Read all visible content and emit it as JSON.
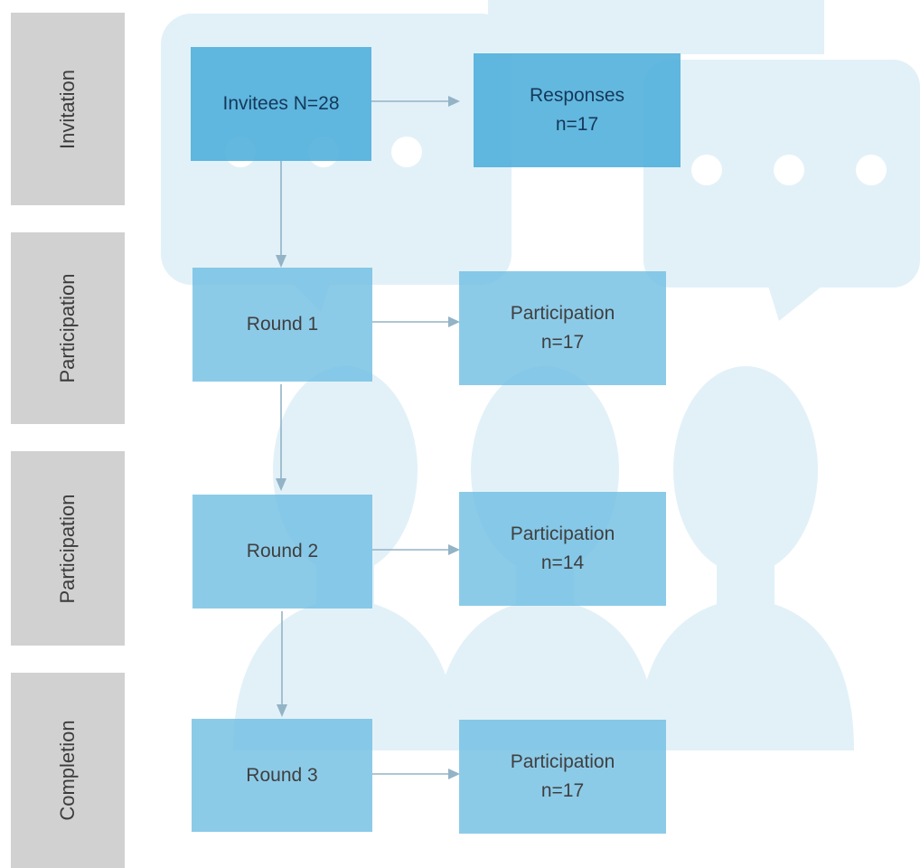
{
  "colors": {
    "stage_label_bg": "#d2d1d1",
    "box_dark": "#48acd9",
    "box_light": "#6cbce2",
    "arrow": "#93b3c6",
    "background_art": "#e2f1f8"
  },
  "stages": [
    {
      "label": "Invitation"
    },
    {
      "label": "Participation"
    },
    {
      "label": "Participation"
    },
    {
      "label": "Completion"
    }
  ],
  "left_boxes": [
    {
      "label": "Invitees N=28"
    },
    {
      "label": "Round 1"
    },
    {
      "label": "Round 2"
    },
    {
      "label": "Round 3"
    }
  ],
  "right_boxes": [
    {
      "line1": "Responses",
      "line2": "n=17"
    },
    {
      "line1": "Participation",
      "line2": "n=17"
    },
    {
      "line1": "Participation",
      "line2": "n=14"
    },
    {
      "line1": "Participation",
      "line2": "n=17"
    }
  ],
  "background_icons": [
    "chat-bubble-icon",
    "chat-bubble-icon",
    "person-icon",
    "person-icon",
    "person-icon"
  ]
}
